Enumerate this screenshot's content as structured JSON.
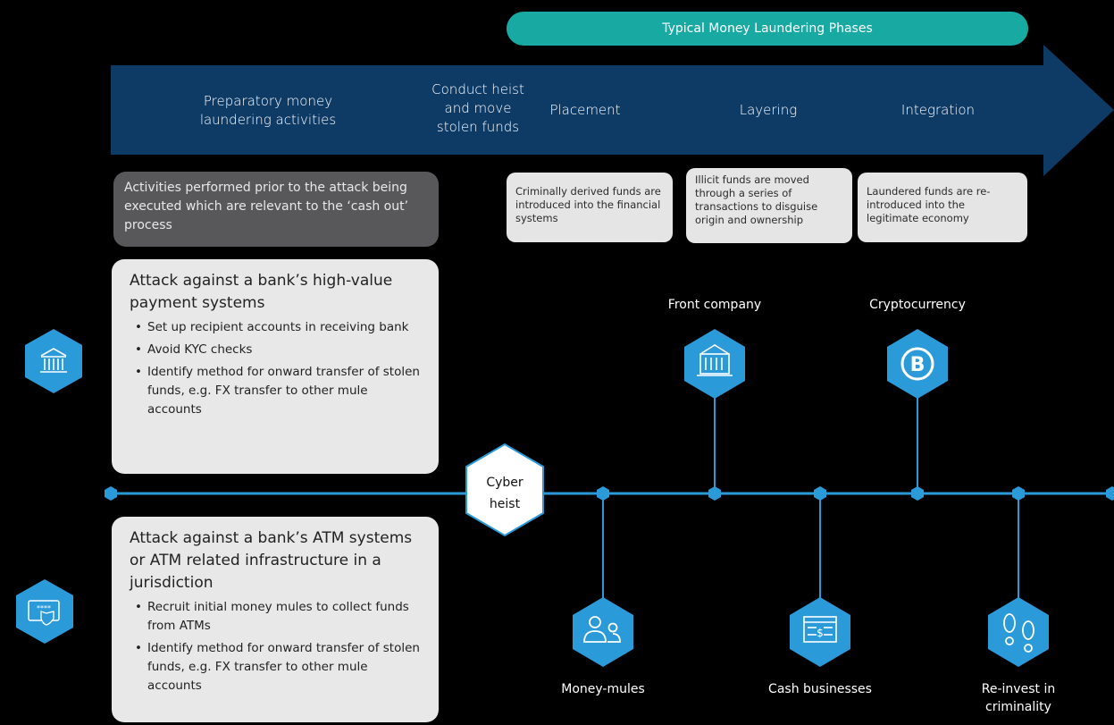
{
  "phases_banner": "Typical Money Laundering Phases",
  "arrow_phases": [
    "Preparatory money laundering activities",
    "Conduct heist and move stolen funds",
    "Placement",
    "Layering",
    "Integration"
  ],
  "arrow_phase_lines": {
    "prep": [
      "Preparatory money",
      "laundering activities"
    ],
    "heist": [
      "Conduct heist",
      "and move",
      "stolen funds"
    ]
  },
  "prep_description": "Activities performed prior to the attack being executed which are relevant to the ‘cash out’ process",
  "phase_descriptions": {
    "placement": "Criminally derived funds are introduced into the financial systems",
    "layering": "Illicit funds are moved through a series of transactions to disguise origin and ownership",
    "integration": "Laundered funds are re-introduced into the legitimate economy"
  },
  "attacks": [
    {
      "title": "Attack against a bank’s high-value payment systems",
      "icon": "bank-icon",
      "items": [
        "Set up recipient accounts in receiving bank",
        "Avoid KYC checks",
        "Identify method for onward transfer of stolen funds, e.g. FX transfer to other mule accounts"
      ]
    },
    {
      "title": "Attack against a bank’s ATM systems or ATM related infrastructure in a jurisdiction",
      "icon": "card-shield-icon",
      "items": [
        "Recruit initial money mules to collect funds from ATMs",
        "Identify method for onward transfer of stolen funds, e.g. FX transfer to other mule accounts"
      ]
    }
  ],
  "timeline": {
    "center": "Cyber heist",
    "center_lines": [
      "Cyber",
      "heist"
    ],
    "nodes_above": [
      {
        "label": "Front company",
        "icon": "building-icon"
      },
      {
        "label": "Cryptocurrency",
        "icon": "bitcoin-icon"
      }
    ],
    "nodes_below": [
      {
        "label": "Money-mules",
        "icon": "people-icon"
      },
      {
        "label": "Cash businesses",
        "icon": "cash-register-icon"
      },
      {
        "label": "Re-invest in criminality",
        "icon": "footprints-icon",
        "lines": [
          "Re-invest in",
          "criminality"
        ]
      }
    ]
  },
  "colors": {
    "arrow": "#0e3a66",
    "teal": "#19a9a3",
    "blue": "#2b9ad8",
    "light_box": "#e8e8e8",
    "dark_box": "#58585a"
  }
}
